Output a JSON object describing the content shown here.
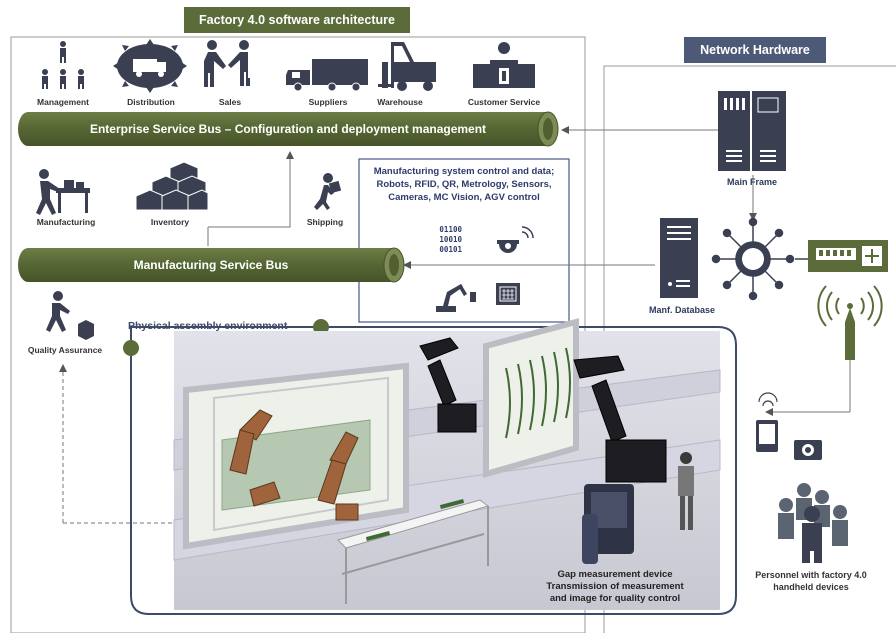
{
  "titles": {
    "architecture": "Factory 4.0 software architecture",
    "network": "Network Hardware"
  },
  "buses": {
    "enterprise": "Enterprise Service Bus – Configuration and deployment management",
    "manufacturing": "Manufacturing Service Bus"
  },
  "enterprise_actors": [
    "Management",
    "Distribution",
    "Sales",
    "Suppliers",
    "Warehouse",
    "Customer Service"
  ],
  "manufacturing_actors": {
    "manufacturing": "Manufacturing",
    "inventory": "Inventory",
    "shipping": "Shipping",
    "quality": "Quality Assurance"
  },
  "control_box": {
    "line1": "Manufacturing system control and data;",
    "line2": "Robots, RFID, QR, Metrology, Sensors,",
    "line3": "Cameras, MC Vision, AGV control",
    "bits": [
      "01100",
      "10010",
      "00101"
    ]
  },
  "network": {
    "main_frame": "Main Frame",
    "database": "Manf. Database",
    "personnel_line1": "Personnel with factory 4.0",
    "personnel_line2": "handheld devices"
  },
  "assembly": {
    "title": "Physical assembly environment",
    "gap_line1": "Gap measurement device",
    "gap_line2": "Transmission of measurement",
    "gap_line3": "and image for quality control"
  },
  "colors": {
    "green": "#5b6b3a",
    "navy": "#3e4a6a",
    "dark": "#3a3f52"
  }
}
